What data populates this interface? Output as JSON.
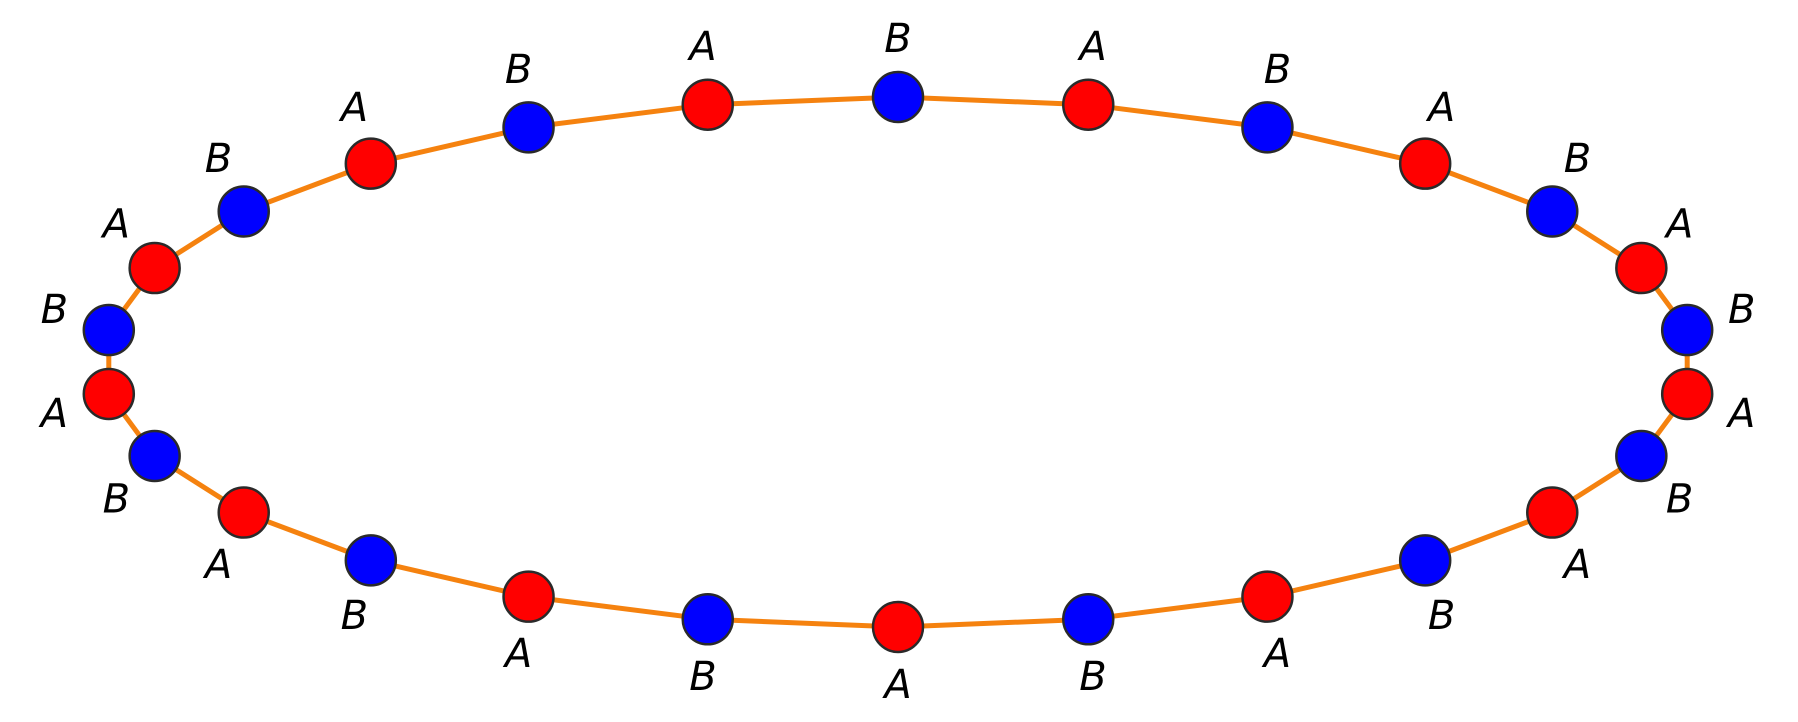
{
  "diagram": {
    "colors": {
      "ring": "#f5820f",
      "site_a": "#ff0000",
      "site_b": "#0000ff",
      "outline": "#2a2a2a",
      "label": "#000000"
    },
    "sites": [
      {
        "label": "B",
        "type": "B"
      },
      {
        "label": "A",
        "type": "A"
      },
      {
        "label": "B",
        "type": "B"
      },
      {
        "label": "A",
        "type": "A"
      },
      {
        "label": "B",
        "type": "B"
      },
      {
        "label": "A",
        "type": "A"
      },
      {
        "label": "B",
        "type": "B"
      },
      {
        "label": "A",
        "type": "A"
      },
      {
        "label": "B",
        "type": "B"
      },
      {
        "label": "A",
        "type": "A"
      },
      {
        "label": "B",
        "type": "B"
      },
      {
        "label": "A",
        "type": "A"
      },
      {
        "label": "B",
        "type": "B"
      },
      {
        "label": "A",
        "type": "A"
      },
      {
        "label": "B",
        "type": "B"
      },
      {
        "label": "A",
        "type": "A"
      },
      {
        "label": "B",
        "type": "B"
      },
      {
        "label": "A",
        "type": "A"
      },
      {
        "label": "B",
        "type": "B"
      },
      {
        "label": "A",
        "type": "A"
      },
      {
        "label": "B",
        "type": "B"
      },
      {
        "label": "A",
        "type": "A"
      },
      {
        "label": "B",
        "type": "B"
      },
      {
        "label": "A",
        "type": "A"
      },
      {
        "label": "B",
        "type": "B"
      },
      {
        "label": "A",
        "type": "A"
      }
    ]
  }
}
